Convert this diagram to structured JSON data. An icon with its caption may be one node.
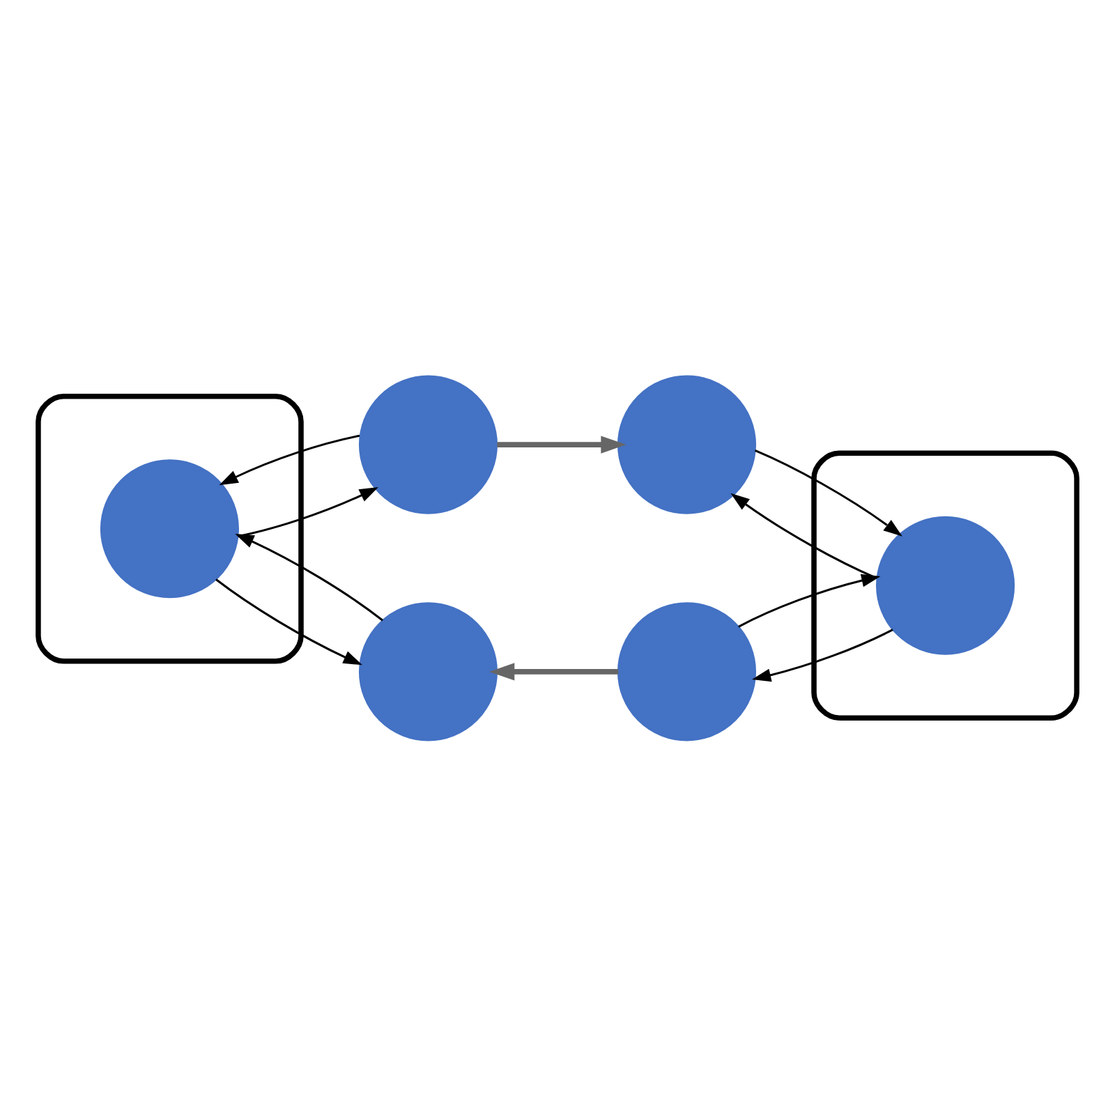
{
  "diagram": {
    "nodes": [
      {
        "text": [],
        "shape": "ellipse"
      },
      {
        "text": [],
        "shape": "circle"
      },
      {
        "text": [],
        "shape": "circle",
        "in": 0
      },
      {
        "text": [],
        "shape": "circle"
      },
      {
        "text": [],
        "shape": "ellipse"
      },
      {
        "text": [],
        "shape": "circle"
      },
      {
        "text": [],
        "shape": "circle",
        "in": 4
      },
      {
        "text": [],
        "shape": "circle"
      }
    ],
    "edges": [
      {
        "from": 1,
        "to": 2,
        "arrow": "to"
      },
      {
        "from": 2,
        "to": 1,
        "arrow": "to"
      },
      {
        "from": 2,
        "to": 3,
        "arrow": "to"
      },
      {
        "from": 3,
        "to": 2,
        "arrow": "to"
      },
      {
        "from": 1,
        "to": 5,
        "arrow": "to",
        "style": "thick",
        "color": "#666666"
      },
      {
        "from": 7,
        "to": 3,
        "arrow": "to",
        "style": "thick",
        "color": "#666666"
      },
      {
        "from": 5,
        "to": 6,
        "arrow": "to"
      },
      {
        "from": 6,
        "to": 5,
        "arrow": "to"
      },
      {
        "from": 6,
        "to": 7,
        "arrow": "to"
      },
      {
        "from": 7,
        "to": 6,
        "arrow": "to"
      }
    ]
  }
}
